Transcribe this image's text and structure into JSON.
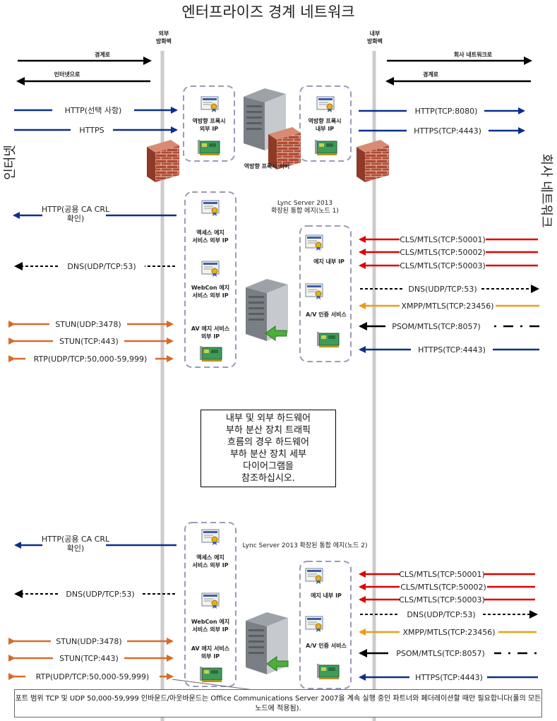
{
  "title": "엔터프라이즈 경계 네트워크",
  "side_labels": {
    "left": "인터넷",
    "right": "회사 네트워크"
  },
  "firewalls": {
    "outer": "외부\n방화벽",
    "inner": "내부\n방화벽"
  },
  "top_flows": {
    "perimeter": "경계로",
    "to_internet": "인터넷으로",
    "to_corp": "회사 네트워크로",
    "perimeter_right": "경계로"
  },
  "reverse_proxy": {
    "server_label": "역방향 프록시 서버",
    "external_ip": "역방향 프록시\n외부 IP",
    "internal_ip": "역방향 프록시\n내부 IP",
    "left_flows": [
      "HTTP(선택 사항)",
      "HTTPS"
    ],
    "right_flows": [
      "HTTP(TCP:8080)",
      "HTTPS(TCP:4443)"
    ]
  },
  "node1": {
    "title": "Lync Server 2013\n확장된 통합 에지(노드 1)",
    "ext_access": "액세스 에지\n서비스 외부 IP",
    "ext_webcon": "WebCon 에지\n서비스 외부 IP",
    "ext_av": "AV 에지 서비스\n외부 IP",
    "int_edge": "에지 내부 IP",
    "int_av": "A/V 인증 서비스",
    "left_flows": [
      "HTTP(공용 CA CRL\n확인)",
      "DNS(UDP/TCP:53)",
      "STUN(UDP:3478)",
      "STUN(TCP:443)",
      "RTP(UDP/TCP:50,000-59,999)"
    ],
    "right_flows": [
      "CLS/MTLS(TCP:50001)",
      "CLS/MTLS(TCP:50002)",
      "CLS/MTLS(TCP:50003)",
      "DNS(UDP/TCP:53)",
      "XMPP/MTLS(TCP:23456)",
      "PSOM/MTLS(TCP:8057)",
      "HTTPS(TCP:4443)"
    ]
  },
  "node2": {
    "title": "Lync Server 2013 확장된 통합 에지(노드 2)",
    "ext_access": "액세스 에지\n서비스 외부 IP",
    "ext_webcon": "WebCon 에지\n서비스 외부 IP",
    "ext_av": "AV 에지 서비스\n외부 IP",
    "int_edge": "에지 내부 IP",
    "int_av": "A/V 인증 서비스",
    "left_flows": [
      "HTTP(공용 CA CRL\n확인)",
      "DNS(UDP/TCP:53)",
      "STUN(UDP:3478)",
      "STUN(TCP:443)",
      "RTP(UDP/TCP:50,000-59,999)"
    ],
    "right_flows": [
      "CLS/MTLS(TCP:50001)",
      "CLS/MTLS(TCP:50002)",
      "CLS/MTLS(TCP:50003)",
      "DNS(UDP/TCP:53)",
      "XMPP/MTLS(TCP:23456)",
      "PSOM/MTLS(TCP:8057)",
      "HTTPS(TCP:4443)"
    ]
  },
  "note": "내부 및 외부 하드웨어\n부하 분산 장치 트래픽\n흐름의 경우 하드웨어\n부하 분산 장치 세부\n다이어그램을\n참조하십시오.",
  "footer": "포트 범위 TCP 및 UDP 50,000-59,999 인바운드/아웃바운드는 Office Communications Server 2007을 계속 실행 중인 파트너와 페더레이션할 때만 필요합니다(풀의 모든 노드에 적용됨).",
  "colors": {
    "blue": "#0b2f8c",
    "black": "#000000",
    "red": "#e00000",
    "orange": "#d86a2a",
    "amber": "#f19a13",
    "wall_line": "#cccccc",
    "dash_box": "#9a9ab8"
  }
}
